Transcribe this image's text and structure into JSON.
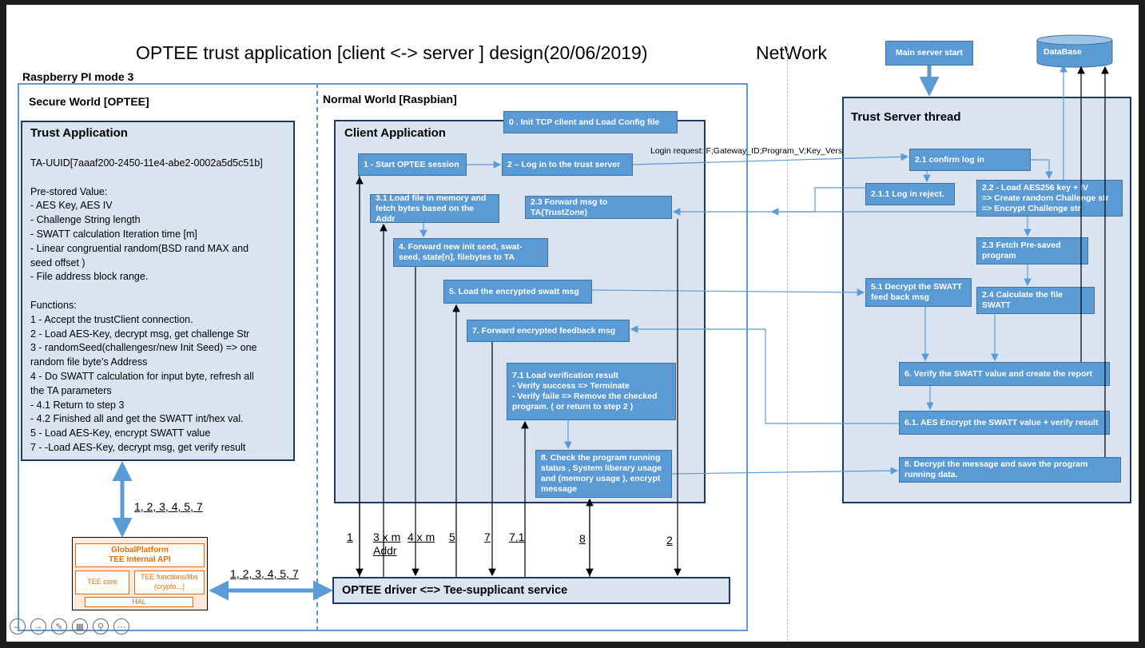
{
  "title": "OPTEE trust application [client <-> server ] design(20/06/2019)",
  "network_label": "NetWork",
  "rpi_label": "Raspberry PI mode 3",
  "secure_world": {
    "label": "Secure World [OPTEE]",
    "ta_title": "Trust Application",
    "ta_body": "TA-UUID[7aaaf200-2450-11e4-abe2-0002a5d5c51b]\n\nPre-stored Value:\n-    AES Key, AES IV\n-    Challenge String length\n-    SWATT calculation Iteration time [m]\n-    Linear congruential random(BSD rand MAX and\n      seed offset )\n-    File address block range.\n\nFunctions:\n1 - Accept the trustClient connection.\n2 - Load AES-Key, decrypt msg,  get challenge Str\n3 -  randomSeed(challengesr/new Init Seed) => one\nrandom file byte’s Address\n4 - Do SWATT calculation for input byte, refresh all\nthe TA parameters\n-     4.1 Return to step 3\n-     4.2 Finished all and get the SWATT int/hex val.\n5 -  Load AES-Key, encrypt SWATT value\n7 - -Load AES-Key, decrypt msg, get verify result"
  },
  "normal_world": {
    "label": "Normal World [Raspbian]",
    "client_title": "Client  Application",
    "steps": {
      "s0": "0 . Init TCP client  and Load Config file",
      "s1": "1 - Start OPTEE session",
      "s2": "2 – Log in to the  trust server",
      "s31": "3.1 Load file in memory and\nfetch bytes based on the Addr",
      "s23f": "2.3 Forward msg to TA(TrustZone)",
      "s4": "4. Forward new init seed, swat-\nseed, state[n], filebytes to TA",
      "s5": "5. Load the encrypted swatt msg",
      "s7": "7. Forward encrypted feedback  msg",
      "s71": "7.1 Load verification result\n - Verify success => Terminate\n-  Verify faile => Remove the checked\nprogram. ( or return to step 2 )",
      "s8": "8. Check the program running\nstatus , System liberary usage\nand (memory usage ), encrypt\nmessage"
    },
    "driver_label": "OPTEE driver  <=>  Tee-supplicant service",
    "arrow_labels": [
      "1",
      "3 x m\nAddr",
      "4 x m",
      "5",
      "7",
      "7.1",
      "8",
      "2"
    ]
  },
  "login_request": "Login request:  F;Gateway_ID;Program_V;Key_Version;C_Len",
  "server": {
    "main_start": "Main server start",
    "database": "DataBase",
    "thread_title": "Trust Server thread",
    "steps": {
      "s21": "2.1 confirm log in",
      "s211": "2.1.1 Log in reject.",
      "s22": "2.2 - Load AES256 key + IV\n=> Create random Challenge str\n=>  Encrypt Challenge str",
      "s23": "2.3 Fetch Pre-saved\nprogram",
      "s51": "5.1 Decrypt the SWATT\nfeed back msg",
      "s24": "2.4 Calculate the file\nSWATT",
      "s6": "6.  Verify the SWATT  value and create the report",
      "s61": "6.1. AES Encrypt  the SWATT  value + verify result",
      "s8": "8.  Decrypt the message  and save the program\nrunning data."
    }
  },
  "tee_api": {
    "gp": "GlobalPlatform",
    "internal": "TEE Internal API",
    "core": "TEE core",
    "functions": "TEE functions/libs\n(crypto...)",
    "hal": "HAL"
  },
  "link_labels": {
    "ta_link": "1, 2, 3, 4, 5, 7",
    "driver_link": "1, 2, 3, 4, 5, 7"
  },
  "colors": {
    "step_fill": "#5b9bd5",
    "panel_fill": "#dae3f0",
    "panel_border": "#1f3864",
    "arrow": "#5b9bd5",
    "tee_accent": "#e46c0a"
  },
  "icons": [
    "prev-icon",
    "next-icon",
    "pen-icon",
    "slides-icon",
    "zoom-icon",
    "more-icon"
  ]
}
